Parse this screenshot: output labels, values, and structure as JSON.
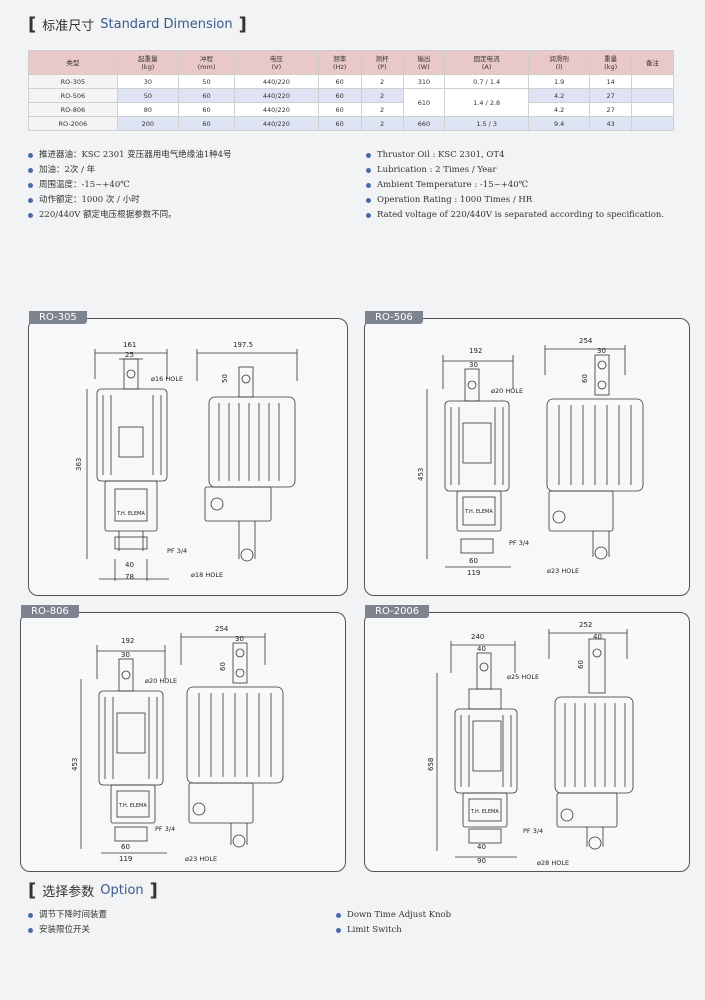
{
  "header": {
    "cn": "标准尺寸",
    "en": "Standard Dimension"
  },
  "table": {
    "headers": [
      [
        "类型",
        ""
      ],
      [
        "起重量",
        "(kg)"
      ],
      [
        "冲程",
        "(mm)"
      ],
      [
        "电压",
        "(V)"
      ],
      [
        "频率",
        "(Hz)"
      ],
      [
        "测杆",
        "(P)"
      ],
      [
        "输出",
        "(W)"
      ],
      [
        "固定电流",
        "(A)"
      ],
      [
        "润滑剂",
        "(l)"
      ],
      [
        "重量",
        "(kg)"
      ],
      [
        "备注",
        ""
      ]
    ],
    "rows": [
      [
        "RO-305",
        "30",
        "50",
        "440/220",
        "60",
        "2",
        "310",
        "0.7 / 1.4",
        "1.9",
        "14",
        ""
      ],
      [
        "RO-506",
        "50",
        "60",
        "440/220",
        "60",
        "2",
        "",
        "",
        "4.2",
        "27",
        ""
      ],
      [
        "RO-806",
        "80",
        "60",
        "440/220",
        "60",
        "2",
        "",
        "",
        "4.2",
        "27",
        ""
      ],
      [
        "RO-2006",
        "200",
        "60",
        "440/220",
        "60",
        "2",
        "660",
        "1.5 / 3",
        "9.4",
        "43",
        ""
      ]
    ],
    "merged_output": "610",
    "merged_current": "1.4 / 2.8"
  },
  "notes_cn": [
    "推进器油：KSC 2301 变压器用电气绝缘油1种4号",
    "加油：2次 / 年",
    "周围温度：-15~+40℃",
    "动作额定：1000 次 / 小时",
    "220/440V 额定电压根据参数不同。"
  ],
  "notes_en": [
    "Thrustor Oil : KSC 2301, OT4",
    "Lubrication : 2 Times / Year",
    "Ambient Temperature : -15~+40℃",
    "Operation Rating : 1000 Times / HR",
    "Rated voltage of 220/440V is separated according to specification."
  ],
  "panels": [
    {
      "tab": "RO-305",
      "width": "161",
      "top_width": "197.5",
      "eye": "25",
      "stroke": "50",
      "height": "363",
      "base": "40",
      "base_total": "78",
      "hole_top": "ø16 HOLE",
      "hole_bottom": "ø18 HOLE",
      "pf": "PF 3/4",
      "brand": "T.H. ELEMA"
    },
    {
      "tab": "RO-506",
      "width": "192",
      "top_width": "254",
      "eye": "30",
      "eye_side": "30",
      "stroke": "60",
      "height": "453",
      "base": "60",
      "base_total": "119",
      "hole_top": "ø20 HOLE",
      "hole_bottom": "ø23 HOLE",
      "pf": "PF 3/4",
      "brand": "T.H. ELEMA"
    },
    {
      "tab": "RO-806",
      "width": "192",
      "top_width": "254",
      "eye": "30",
      "eye_side": "30",
      "stroke": "60",
      "height": "453",
      "base": "60",
      "base_total": "119",
      "hole_top": "ø20 HOLE",
      "hole_bottom": "ø23 HOLE",
      "pf": "PF 3/4",
      "brand": "T.H. ELEMA"
    },
    {
      "tab": "RO-2006",
      "width": "240",
      "top_width": "252",
      "eye": "40",
      "eye_side": "40",
      "stroke": "60",
      "height": "658",
      "base": "40",
      "base_total": "90",
      "hole_top": "ø25 HOLE",
      "hole_bottom": "ø28 HOLE",
      "pf": "PF 3/4",
      "brand": "T.H. ELEMA"
    }
  ],
  "options": {
    "cn": "选择参数",
    "en": "Option",
    "items_cn": [
      "调节下降时间装置",
      "安装限位开关"
    ],
    "items_en": [
      "Down Time Adjust Knob",
      "Limit Switch"
    ]
  }
}
